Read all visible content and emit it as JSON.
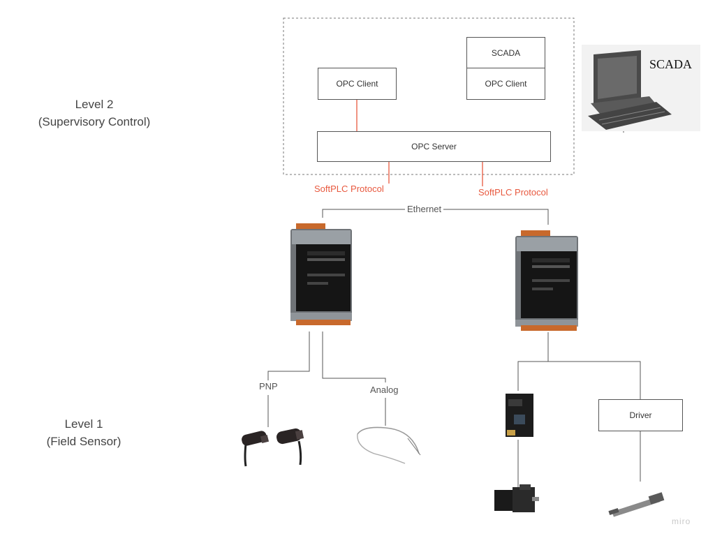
{
  "levels": {
    "level2": {
      "title": "Level 2",
      "subtitle": "(Supervisory Control)"
    },
    "level1": {
      "title": "Level 1",
      "subtitle": "(Field Sensor)"
    }
  },
  "supervisory": {
    "opc_client_left": "OPC Client",
    "scada": "SCADA",
    "opc_client_right": "OPC Client",
    "opc_server": "OPC Server",
    "scada_image_label": "SCADA"
  },
  "links": {
    "softplc_left": "SoftPLC Protocol",
    "softplc_right": "SoftPLC Protocol",
    "ethernet": "Ethernet"
  },
  "field": {
    "pnp": "PNP",
    "analog": "Analog",
    "driver": "Driver"
  },
  "watermark": "miro",
  "colors": {
    "accent": "#e8593f",
    "line": "#555555",
    "box_border": "#555555"
  }
}
